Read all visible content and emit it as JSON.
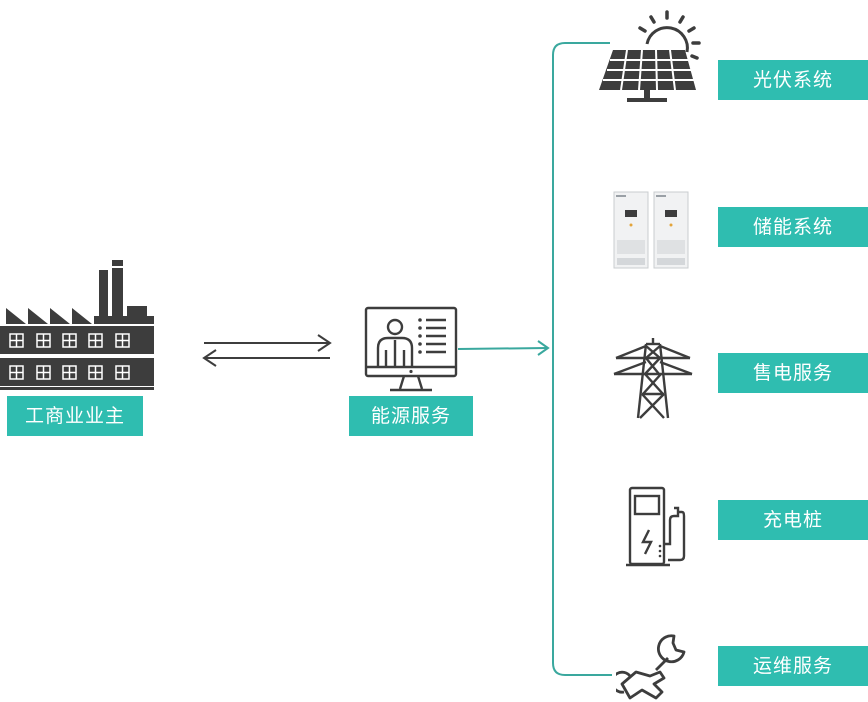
{
  "colors": {
    "accent": "#2fbdb0",
    "icon": "#3d3d3d",
    "line": "#3aa89e"
  },
  "left": {
    "label": "工商业业主",
    "icon": "factory-icon"
  },
  "center": {
    "label": "能源服务",
    "icon": "monitor-person-icon"
  },
  "exchange": {
    "icon": "two-way-arrows-icon"
  },
  "services": [
    {
      "label": "光伏系统",
      "icon": "solar-panel-sun-icon"
    },
    {
      "label": "储能系统",
      "icon": "energy-storage-cabinet-icon"
    },
    {
      "label": "售电服务",
      "icon": "power-tower-icon"
    },
    {
      "label": "充电桩",
      "icon": "charging-pile-icon"
    },
    {
      "label": "运维服务",
      "icon": "wrench-hand-icon"
    }
  ]
}
